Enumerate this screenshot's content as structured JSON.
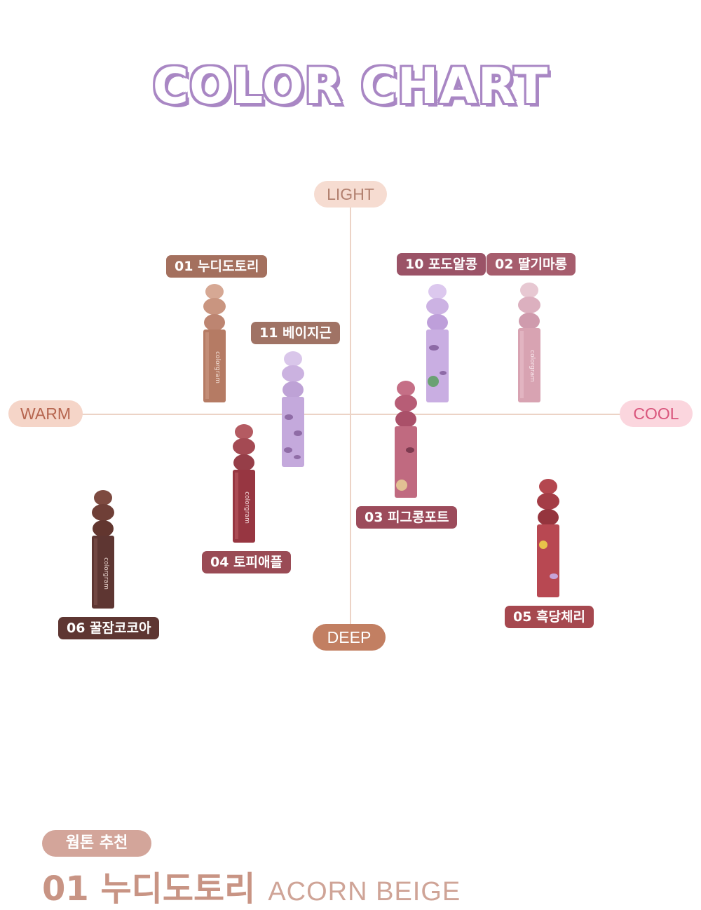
{
  "title": "COLOR CHART",
  "axes": {
    "light": "LIGHT",
    "deep": "DEEP",
    "warm": "WARM",
    "cool": "COOL"
  },
  "brand_text": "colorgram",
  "shades": [
    {
      "label": "01 누디도토리",
      "color": "#a4705e"
    },
    {
      "label": "11 베이지근",
      "color": "#a07365"
    },
    {
      "label": "10 포도알콩",
      "color": "#9b5367"
    },
    {
      "label": "02 딸기마롱",
      "color": "#a65d6d"
    },
    {
      "label": "03 피그콩포트",
      "color": "#9c4b5b"
    },
    {
      "label": "04 토피애플",
      "color": "#9a4b55"
    },
    {
      "label": "06 꿀잠코코아",
      "color": "#5e3632"
    },
    {
      "label": "05 흑당체리",
      "color": "#a6484f"
    }
  ],
  "recommendation": {
    "badge": "웜톤 추천",
    "name": "01 누디도토리",
    "english": "ACORN BEIGE"
  }
}
